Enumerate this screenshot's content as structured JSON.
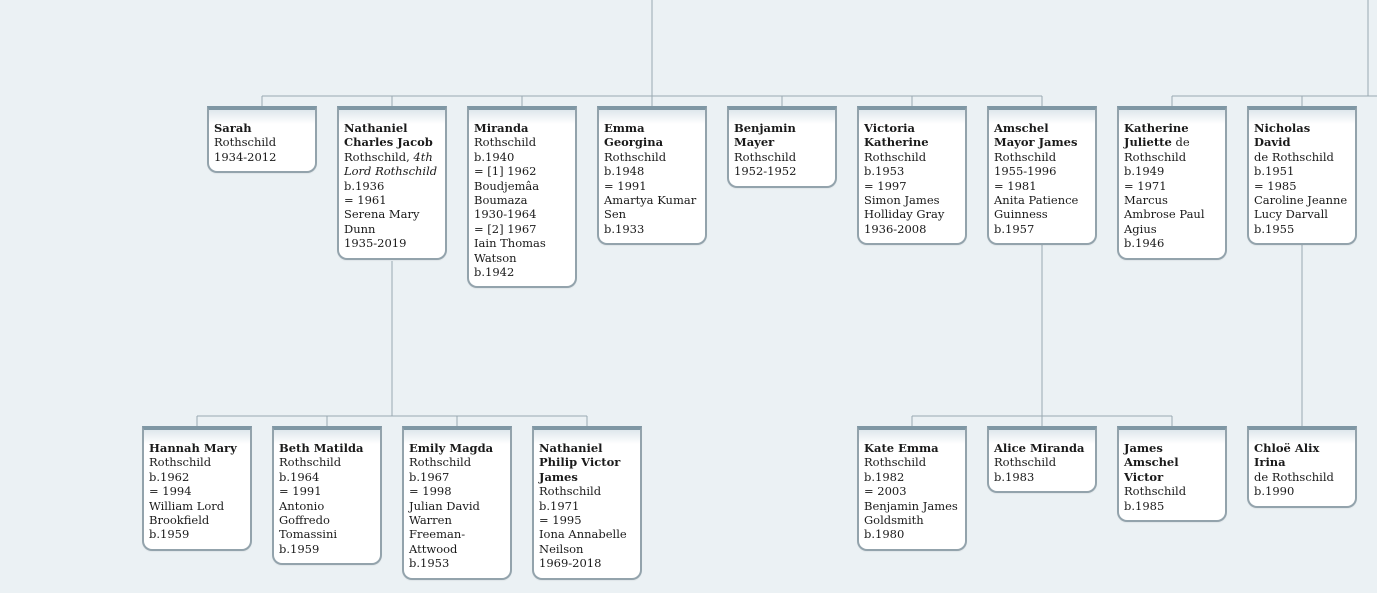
{
  "tree": {
    "generation_1": [
      {
        "id": "sarah",
        "given": "Sarah",
        "surname": "Rothschild",
        "lines": [
          "1934-2012"
        ]
      },
      {
        "id": "nathaniel",
        "given": "Nathaniel Charles Jacob",
        "surname": "Rothschild,",
        "title": "4th Lord Rothschild",
        "lines": [
          "b.1936",
          "= 1961",
          "Serena Mary Dunn",
          "1935-2019"
        ]
      },
      {
        "id": "miranda",
        "given": "Miranda",
        "surname": "Rothschild",
        "lines": [
          "b.1940",
          "= [1] 1962",
          "Boudjemâa Boumaza",
          "1930-1964",
          "= [2] 1967",
          "Iain Thomas Watson",
          "b.1942"
        ]
      },
      {
        "id": "emma",
        "given": "Emma Georgina",
        "surname": "Rothschild",
        "lines": [
          "b.1948",
          "= 1991",
          "Amartya Kumar Sen",
          "b.1933"
        ]
      },
      {
        "id": "benjamin",
        "given": "Benjamin Mayer",
        "surname": "Rothschild",
        "lines": [
          "1952-1952"
        ]
      },
      {
        "id": "victoria",
        "given": "Victoria Katherine",
        "surname": "Rothschild",
        "lines": [
          "b.1953",
          "= 1997",
          "Simon James Holliday Gray",
          "1936-2008"
        ]
      },
      {
        "id": "amschel",
        "given": "Amschel Mayor James",
        "surname": "Rothschild",
        "lines": [
          "1955-1996",
          "= 1981",
          "Anita Patience Guinness",
          "b.1957"
        ]
      },
      {
        "id": "katherine",
        "given": "Katherine Juliette",
        "surname": "de Rothschild",
        "lines": [
          "b.1949",
          "= 1971",
          "Marcus Ambrose Paul Agius",
          "b.1946"
        ]
      },
      {
        "id": "nicholas",
        "given": "Nicholas David",
        "surname": "de Rothschild",
        "lines": [
          "b.1951",
          "= 1985",
          "Caroline Jeanne Lucy Darvall",
          "b.1955"
        ]
      }
    ],
    "generation_2": [
      {
        "id": "hannah",
        "given": "Hannah Mary",
        "surname": "Rothschild",
        "lines": [
          "b.1962",
          "= 1994",
          "William Lord Brookfield",
          "b.1959"
        ]
      },
      {
        "id": "beth",
        "given": "Beth Matilda",
        "surname": "Rothschild",
        "lines": [
          "b.1964",
          "= 1991",
          "Antonio Goffredo Tomassini",
          "b.1959"
        ]
      },
      {
        "id": "emily",
        "given": "Emily Magda",
        "surname": "Rothschild",
        "lines": [
          "b.1967",
          "= 1998",
          "Julian David Warren Freeman-Attwood",
          "b.1953"
        ]
      },
      {
        "id": "nathaniel_philip",
        "given": "Nathaniel Philip Victor James",
        "surname": "Rothschild",
        "lines": [
          "b.1971",
          "= 1995",
          "Iona Annabelle Neilson",
          "1969-2018"
        ]
      },
      {
        "id": "kate",
        "given": "Kate Emma",
        "surname": "Rothschild",
        "lines": [
          "b.1982",
          "= 2003",
          "Benjamin James Goldsmith",
          "b.1980"
        ]
      },
      {
        "id": "alice",
        "given": "Alice Miranda",
        "surname": "Rothschild",
        "lines": [
          "b.1983"
        ]
      },
      {
        "id": "james",
        "given": "James Amschel Victor",
        "surname": "Rothschild",
        "lines": [
          "b.1985"
        ]
      },
      {
        "id": "chloe",
        "given": "Chloë Alix Irina",
        "surname": "de Rothschild",
        "lines": [
          "b.1990"
        ]
      }
    ]
  },
  "colors": {
    "background": "#ebf1f4",
    "connector": "#9aa9b2",
    "box_border": "#93a3ac",
    "box_top": "#7f97a4"
  }
}
